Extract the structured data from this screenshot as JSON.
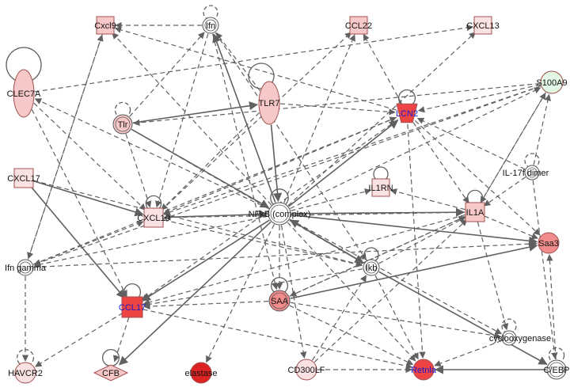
{
  "colors": {
    "edge": "#606060",
    "node_stroke": "#a05050",
    "label": "#111111",
    "label_highlight": "#1a1ad0",
    "very_light_red": "#fbe2e2",
    "light_red": "#f7c8c8",
    "medium_red": "#f28c8c",
    "strong_red": "#ee4444",
    "dark_red": "#dd2222",
    "light_green": "#e2f7e4",
    "white": "#ffffff"
  },
  "nodes": {
    "cxcl9": {
      "label": "Cxcl9",
      "shape": "square",
      "fill": "light_red"
    },
    "ifn": {
      "label": "Ifn",
      "shape": "double-circle",
      "fill": "white"
    },
    "ccl22": {
      "label": "CCL22",
      "shape": "square",
      "fill": "light_red"
    },
    "cxcl13": {
      "label": "CXCL13",
      "shape": "square",
      "fill": "very_light_red"
    },
    "clec7a": {
      "label": "CLEC7A",
      "shape": "ellipse",
      "fill": "light_red"
    },
    "tlr7": {
      "label": "TLR7",
      "shape": "ellipse",
      "fill": "light_red"
    },
    "s100a9": {
      "label": "S100A9",
      "shape": "circle",
      "fill": "light_green"
    },
    "tlr": {
      "label": "Tlr",
      "shape": "double-circle",
      "fill": "light_red"
    },
    "lcn2": {
      "label": "LCN2",
      "shape": "trapezoid",
      "fill": "strong_red",
      "highlight": true
    },
    "cxcl17": {
      "label": "CXCL17",
      "shape": "square",
      "fill": "very_light_red"
    },
    "il17f": {
      "label": "IL-17f dimer",
      "shape": "double-circle",
      "fill": "white"
    },
    "il1rn": {
      "label": "IL1RN",
      "shape": "square",
      "fill": "very_light_red"
    },
    "cxcl10": {
      "label": "CXCL10",
      "shape": "square",
      "fill": "very_light_red"
    },
    "nfkb": {
      "label": "NFkB (complex)",
      "shape": "double-circle",
      "fill": "white"
    },
    "il1a": {
      "label": "IL1A",
      "shape": "square",
      "fill": "light_red"
    },
    "saa3": {
      "label": "Saa3",
      "shape": "circle",
      "fill": "medium_red"
    },
    "ifngamma": {
      "label": "Ifn gamma",
      "shape": "double-circle",
      "fill": "white"
    },
    "ikb": {
      "label": "Ikb",
      "shape": "double-circle",
      "fill": "white"
    },
    "ccl17": {
      "label": "CCL17",
      "shape": "square",
      "fill": "strong_red",
      "highlight": true
    },
    "saa": {
      "label": "SAA",
      "shape": "double-circle",
      "fill": "medium_red"
    },
    "cyclo": {
      "label": "cyclooxygenase",
      "shape": "double-circle",
      "fill": "white"
    },
    "havcr2": {
      "label": "HAVCR2",
      "shape": "circle",
      "fill": "very_light_red"
    },
    "cfb": {
      "label": "CFB",
      "shape": "diamond",
      "fill": "light_red"
    },
    "elastase": {
      "label": "elastase",
      "shape": "circle",
      "fill": "dark_red"
    },
    "cd300lf": {
      "label": "CD300LF",
      "shape": "circle",
      "fill": "very_light_red"
    },
    "retnla": {
      "label": "Retnla",
      "shape": "circle",
      "fill": "strong_red",
      "highlight": true
    },
    "cebp": {
      "label": "C/EBP",
      "shape": "double-circle",
      "fill": "white"
    }
  },
  "edges": [
    {
      "from": "nfkb",
      "to": "ifn",
      "style": "solid"
    },
    {
      "from": "nfkb",
      "to": "lcn2",
      "style": "solid"
    },
    {
      "from": "cxcl17",
      "to": "ccl17",
      "style": "solid"
    },
    {
      "from": "nfkb",
      "to": "ccl17",
      "style": "solid"
    },
    {
      "from": "nfkb",
      "to": "cfb",
      "style": "solid"
    },
    {
      "from": "nfkb",
      "to": "il1a",
      "style": "solid"
    },
    {
      "from": "nfkb",
      "to": "ikb",
      "style": "solid"
    },
    {
      "from": "ikb",
      "to": "nfkb",
      "style": "solid"
    },
    {
      "from": "tlr",
      "to": "tlr7",
      "style": "solid"
    },
    {
      "from": "tlr",
      "to": "nfkb",
      "style": "solid"
    },
    {
      "from": "cxcl10",
      "to": "nfkb",
      "style": "solid"
    },
    {
      "from": "saa",
      "to": "saa3",
      "style": "solid"
    },
    {
      "from": "cebp",
      "to": "retnla",
      "style": "solid"
    },
    {
      "from": "ikb",
      "to": "cebp",
      "style": "solid"
    },
    {
      "from": "nfkb",
      "to": "saa3",
      "style": "solid"
    },
    {
      "from": "tlr7",
      "to": "nfkb",
      "style": "solid"
    },
    {
      "from": "cxcl17",
      "to": "cxcl10",
      "style": "solid"
    },
    {
      "from": "nfkb",
      "to": "cxcl9",
      "style": "dashed"
    },
    {
      "from": "nfkb",
      "to": "ccl22",
      "style": "dashed"
    },
    {
      "from": "nfkb",
      "to": "s100a9",
      "style": "dashed"
    },
    {
      "from": "nfkb",
      "to": "il1rn",
      "style": "dashed"
    },
    {
      "from": "nfkb",
      "to": "saa",
      "style": "dashed"
    },
    {
      "from": "nfkb",
      "to": "elastase",
      "style": "dashed"
    },
    {
      "from": "nfkb",
      "to": "clec7a",
      "style": "dashed"
    },
    {
      "from": "nfkb",
      "to": "ifngamma",
      "style": "dashed"
    },
    {
      "from": "nfkb",
      "to": "cd300lf",
      "style": "dashed"
    },
    {
      "from": "nfkb",
      "to": "cxcl13",
      "style": "dashed"
    },
    {
      "from": "cxcl10",
      "to": "ccl22",
      "style": "dashed"
    },
    {
      "from": "ifn",
      "to": "cxcl10",
      "style": "dashed"
    },
    {
      "from": "ifn",
      "to": "saa",
      "style": "dashed"
    },
    {
      "from": "ifn",
      "to": "ikb",
      "style": "dashed"
    },
    {
      "from": "clec7a",
      "to": "cxcl13",
      "style": "dashed"
    },
    {
      "from": "clec7a",
      "to": "ccl17",
      "style": "dashed"
    },
    {
      "from": "clec7a",
      "to": "cxcl10",
      "style": "dashed"
    },
    {
      "from": "tlr7",
      "to": "ifn",
      "style": "dashed"
    },
    {
      "from": "tlr7",
      "to": "cxcl10",
      "style": "dashed"
    },
    {
      "from": "tlr7",
      "to": "lcn2",
      "style": "dashed"
    },
    {
      "from": "tlr",
      "to": "ifn",
      "style": "dashed"
    },
    {
      "from": "tlr",
      "to": "ikb",
      "style": "dashed"
    },
    {
      "from": "tlr",
      "to": "cxcl10",
      "style": "dashed"
    },
    {
      "from": "lcn2",
      "to": "cxcl9",
      "style": "dashed"
    },
    {
      "from": "lcn2",
      "to": "ccl17",
      "style": "dashed"
    },
    {
      "from": "lcn2",
      "to": "cxcl10",
      "style": "dashed"
    },
    {
      "from": "lcn2",
      "to": "retnla",
      "style": "dashed"
    },
    {
      "from": "lcn2",
      "to": "saa3",
      "style": "dashed"
    },
    {
      "from": "lcn2",
      "to": "ccl22",
      "style": "dashed"
    },
    {
      "from": "lcn2",
      "to": "il1a",
      "style": "dashed"
    },
    {
      "from": "s100a9",
      "to": "tlr",
      "style": "dashed"
    },
    {
      "from": "s100a9",
      "to": "cxcl10",
      "style": "dashed"
    },
    {
      "from": "s100a9",
      "to": "lcn2",
      "style": "dashed"
    },
    {
      "from": "s100a9",
      "to": "il1a",
      "style": "dashed"
    },
    {
      "from": "s100a9",
      "to": "ifngamma",
      "style": "dashed"
    },
    {
      "from": "il17f",
      "to": "s100a9",
      "style": "dashed"
    },
    {
      "from": "il17f",
      "to": "il1a",
      "style": "dashed"
    },
    {
      "from": "il17f",
      "to": "lcn2",
      "style": "dashed"
    },
    {
      "from": "il17f",
      "to": "cebp",
      "style": "dashed"
    },
    {
      "from": "il1a",
      "to": "il1rn",
      "style": "dashed"
    },
    {
      "from": "il1a",
      "to": "cyclo",
      "style": "dashed"
    },
    {
      "from": "il1a",
      "to": "saa",
      "style": "dashed"
    },
    {
      "from": "il1a",
      "to": "ccl17",
      "style": "dashed"
    },
    {
      "from": "il1a",
      "to": "saa3",
      "style": "dashed"
    },
    {
      "from": "il1a",
      "to": "cxcl10",
      "style": "dashed"
    },
    {
      "from": "il1a",
      "to": "s100a9",
      "style": "dashed"
    },
    {
      "from": "ikb",
      "to": "il1a",
      "style": "dashed"
    },
    {
      "from": "saa",
      "to": "il1a",
      "style": "dashed"
    },
    {
      "from": "saa",
      "to": "cyclo",
      "style": "dashed"
    },
    {
      "from": "saa",
      "to": "retnla",
      "style": "dashed"
    },
    {
      "from": "saa",
      "to": "ccl17",
      "style": "dashed"
    },
    {
      "from": "ifngamma",
      "to": "havcr2",
      "style": "dashed"
    },
    {
      "from": "ifngamma",
      "to": "cxcl9",
      "style": "dashed"
    },
    {
      "from": "ifngamma",
      "to": "saa3",
      "style": "dashed"
    },
    {
      "from": "ifngamma",
      "to": "lcn2",
      "style": "dashed"
    },
    {
      "from": "ifngamma",
      "to": "cxcl10",
      "style": "dashed"
    },
    {
      "from": "ccl17",
      "to": "havcr2",
      "style": "dashed"
    },
    {
      "from": "ccl17",
      "to": "retnla",
      "style": "dashed"
    },
    {
      "from": "cebp",
      "to": "saa3",
      "style": "dashed"
    },
    {
      "from": "cd300lf",
      "to": "ikb",
      "style": "dashed"
    },
    {
      "from": "cd300lf",
      "to": "il1a",
      "style": "dashed"
    },
    {
      "from": "cd300lf",
      "to": "retnla",
      "style": "dashed"
    },
    {
      "from": "cyclo",
      "to": "retnla",
      "style": "dashed"
    },
    {
      "from": "ikb",
      "to": "retnla",
      "style": "dashed"
    },
    {
      "from": "ikb",
      "to": "ccl17",
      "style": "dashed"
    },
    {
      "from": "ifn",
      "to": "cxcl9",
      "style": "dashed"
    },
    {
      "from": "cxcl9",
      "to": "ifngamma",
      "style": "dashed"
    },
    {
      "from": "cxcl10",
      "to": "ikb",
      "style": "dashed"
    },
    {
      "from": "nfkb",
      "to": "cyclo",
      "style": "dashed"
    },
    {
      "from": "nfkb",
      "to": "retnla",
      "style": "dashed"
    },
    {
      "from": "ccl17",
      "to": "cfb",
      "style": "dashed"
    },
    {
      "from": "cxcl17",
      "to": "ikb",
      "style": "dashed"
    }
  ]
}
